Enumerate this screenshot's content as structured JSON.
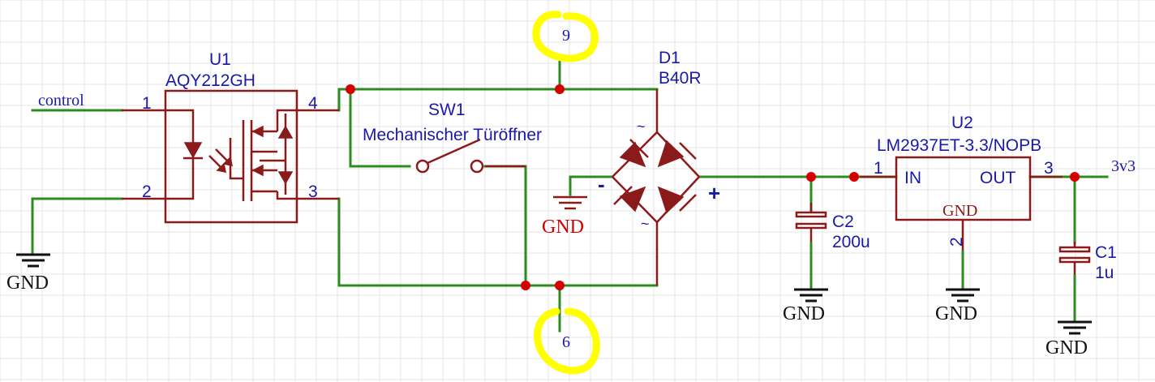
{
  "components": {
    "u1": {
      "ref": "U1",
      "value": "AQY212GH",
      "pins": [
        "1",
        "2",
        "3",
        "4"
      ]
    },
    "sw1": {
      "ref": "SW1",
      "value": "Mechanischer Türöffner"
    },
    "d1": {
      "ref": "D1",
      "value": "B40R",
      "minus": "-",
      "plus": "+",
      "tilde": "~"
    },
    "u2": {
      "ref": "U2",
      "value": "LM2937ET-3.3/NOPB",
      "in_label": "IN",
      "out_label": "OUT",
      "gnd_label": "GND",
      "pin_in": "1",
      "pin_gnd": "2",
      "pin_out": "3"
    },
    "c2": {
      "ref": "C2",
      "value": "200u"
    },
    "c1": {
      "ref": "C1",
      "value": "1u"
    }
  },
  "nets": {
    "control": "control",
    "out": "3v3",
    "top": "9",
    "bottom": "6",
    "gnd": "GND"
  },
  "colors": {
    "wire": "#2e8b22",
    "device": "#8b1a1a",
    "junction": "#d40000",
    "text": "#1a1aa6",
    "highlight": "#ffff00"
  }
}
